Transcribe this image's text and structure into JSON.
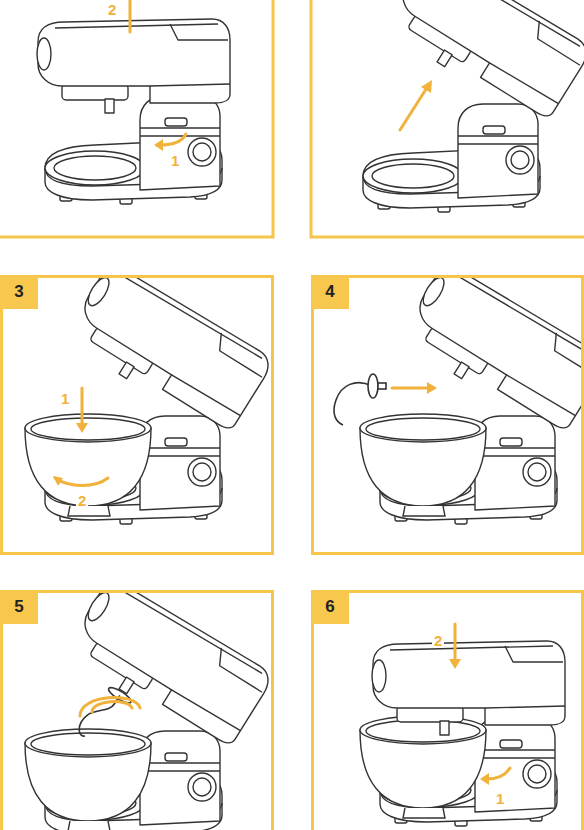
{
  "diagram": {
    "nodes": [
      {
        "text": [
          "3"
        ]
      },
      {
        "text": [
          "4"
        ]
      },
      {
        "text": [
          "5"
        ]
      },
      {
        "text": [
          "6"
        ]
      }
    ],
    "labels": [
      "2",
      "1",
      "1",
      "2",
      "2",
      "1"
    ]
  }
}
